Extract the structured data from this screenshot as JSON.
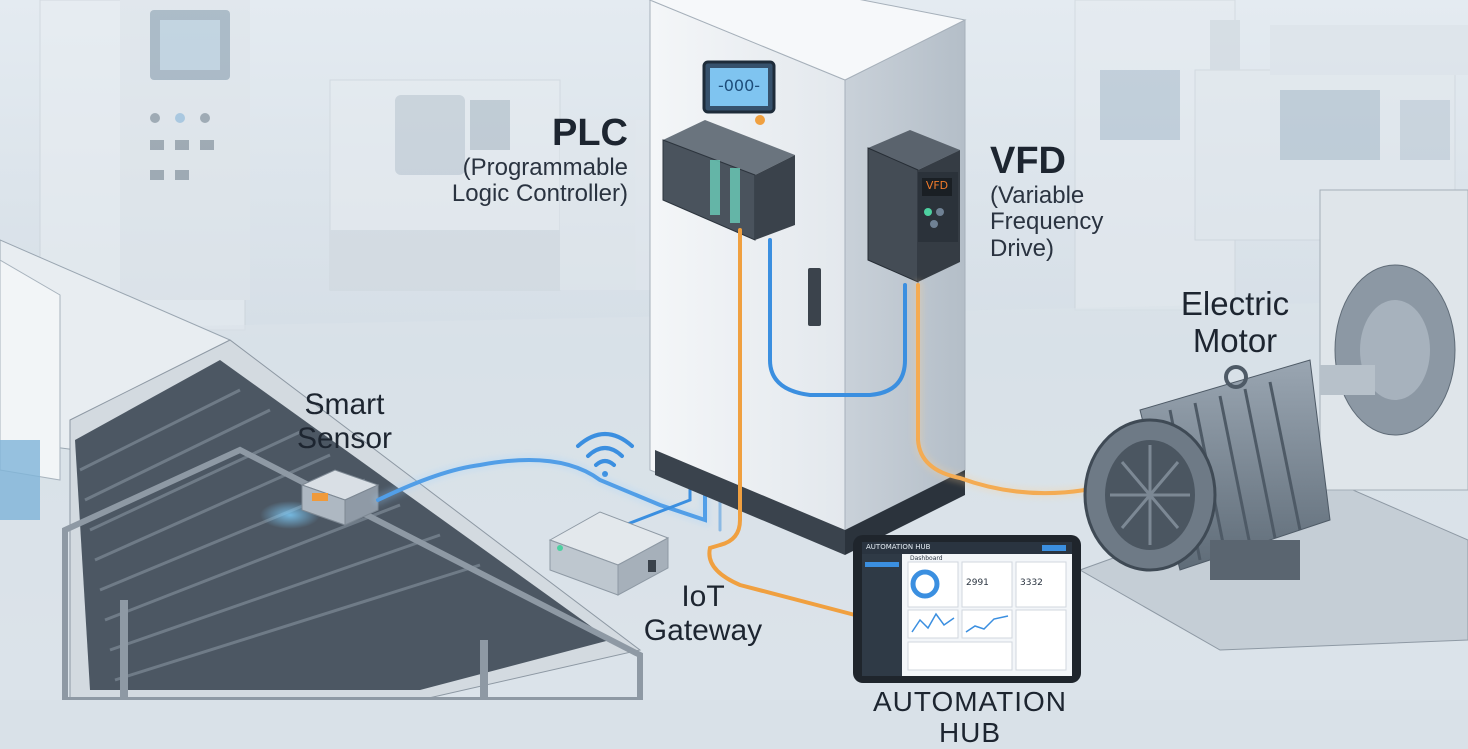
{
  "labels": {
    "plc_title": "PLC",
    "plc_line1": "(Programmable",
    "plc_line2": "Logic Controller)",
    "vfd_title": "VFD",
    "vfd_line1": "(Variable",
    "vfd_line2": "Frequency",
    "vfd_line3": "Drive)",
    "motor_line1": "Electric",
    "motor_line2": "Motor",
    "sensor_line1": "Smart",
    "sensor_line2": "Sensor",
    "gateway_line1": "IoT",
    "gateway_line2": "Gateway",
    "hub_caption": "AUTOMATION HUB"
  },
  "cabinet_display": "-000-",
  "vfd_display": "VFD",
  "tablet": {
    "app_title": "AUTOMATION HUB",
    "page_heading": "Dashboard",
    "card1_value": "2991",
    "card2_value": "3332"
  },
  "colors": {
    "data_link": "#3b8fe0",
    "power_link": "#f0a040",
    "cabinet": "#eef1f4",
    "background": "#d9e1e8"
  }
}
